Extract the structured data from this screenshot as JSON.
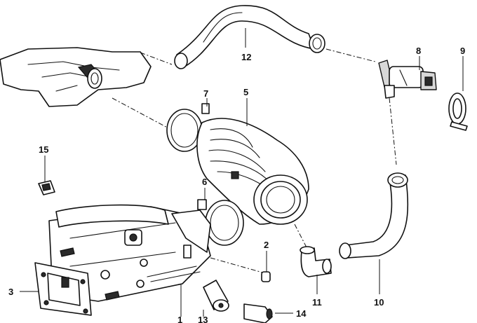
{
  "callouts": {
    "c1": "1",
    "c2": "2",
    "c3": "3",
    "c5": "5",
    "c6": "6",
    "c7": "7",
    "c8": "8",
    "c9": "9",
    "c10": "10",
    "c11": "11",
    "c12": "12",
    "c13": "13",
    "c14": "14",
    "c15": "15"
  }
}
